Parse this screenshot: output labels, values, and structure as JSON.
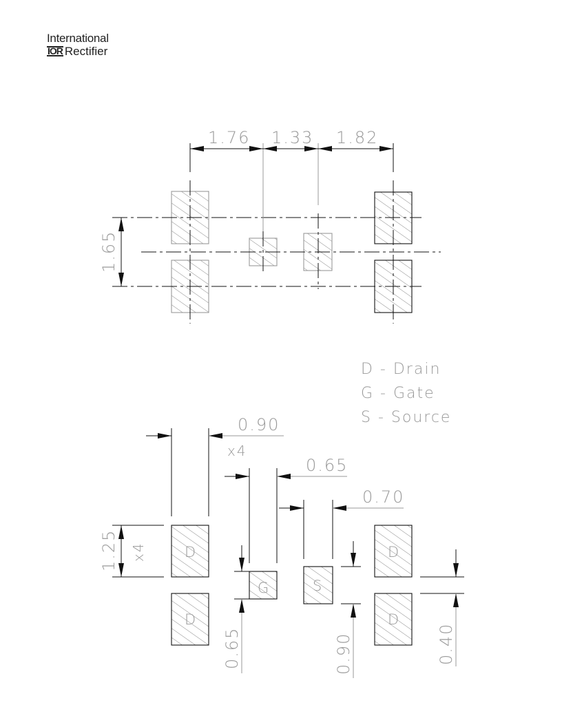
{
  "logo": {
    "line1": "International",
    "mark": "IOR",
    "line2": "Rectifier"
  },
  "top_view": {
    "dims": {
      "pitch_1": "1.76",
      "pitch_2": "1.33",
      "pitch_3": "1.82",
      "row_pitch": "1.65"
    }
  },
  "legend": {
    "drain": "D - Drain",
    "gate": "G - Gate",
    "source": "S - Source"
  },
  "bottom_view": {
    "pads": {
      "drain": "D",
      "gate": "G",
      "source": "S"
    },
    "dims": {
      "drain_width": "0.90",
      "drain_count": "x4",
      "gate_width": "0.65",
      "source_width": "0.70",
      "drain_height": "1.25",
      "drain_height_count": "x4",
      "gate_height": "0.65",
      "source_height": "0.90",
      "gap": "0.40"
    }
  }
}
